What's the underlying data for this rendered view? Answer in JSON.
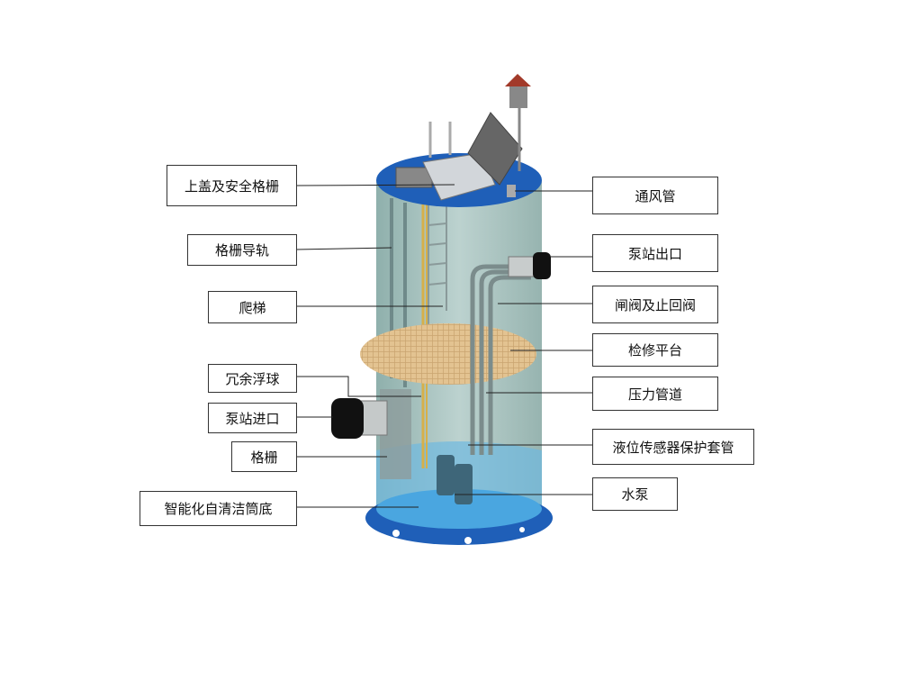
{
  "title": "一体化预制泵站结构示意图",
  "left_labels": [
    {
      "id": "cover",
      "text": "上盖及安全格栅"
    },
    {
      "id": "rail",
      "text": "格栅导轨"
    },
    {
      "id": "ladder",
      "text": "爬梯"
    },
    {
      "id": "float",
      "text": "冗余浮球"
    },
    {
      "id": "inlet",
      "text": "泵站进口"
    },
    {
      "id": "grille",
      "text": "格栅"
    },
    {
      "id": "bottom",
      "text": "智能化自清洁筒底"
    }
  ],
  "right_labels": [
    {
      "id": "vent",
      "text": "通风管"
    },
    {
      "id": "outlet",
      "text": "泵站出口"
    },
    {
      "id": "valve",
      "text": "闸阀及止回阀"
    },
    {
      "id": "platform",
      "text": "检修平台"
    },
    {
      "id": "pipe",
      "text": "压力管道"
    },
    {
      "id": "sensor",
      "text": "液位传感器保护套管"
    },
    {
      "id": "pump",
      "text": "水泵"
    }
  ]
}
